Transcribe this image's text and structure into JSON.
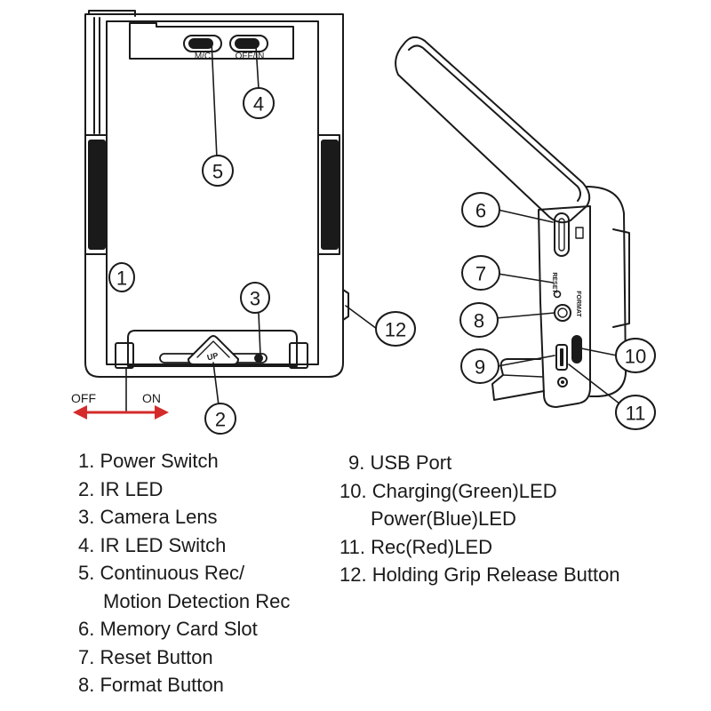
{
  "diagram": {
    "front_switch_labels": {
      "left": "M/C",
      "right": "OFF/IN"
    },
    "lens_button_label": "UP",
    "power_direction": {
      "off": "OFF",
      "on": "ON",
      "arrow_color": "#d42a2a"
    },
    "side_labels": {
      "reset": "RESET",
      "format": "FORMAT"
    },
    "callouts": [
      "1",
      "2",
      "3",
      "4",
      "5",
      "6",
      "7",
      "8",
      "9",
      "10",
      "11",
      "12"
    ]
  },
  "legend": {
    "left": [
      {
        "num": "1.",
        "text": "Power Switch"
      },
      {
        "num": "2.",
        "text": "IR LED"
      },
      {
        "num": "3.",
        "text": "Camera Lens"
      },
      {
        "num": "4.",
        "text": "IR LED Switch"
      },
      {
        "num": "5.",
        "text": "Continuous Rec/",
        "cont": "Motion Detection Rec"
      },
      {
        "num": "6.",
        "text": "Memory Card Slot"
      },
      {
        "num": "7.",
        "text": "Reset Button"
      },
      {
        "num": "8.",
        "text": "Format Button"
      }
    ],
    "right": [
      {
        "num": "9.",
        "text": "USB Port"
      },
      {
        "num": "10.",
        "text": "Charging(Green)LED",
        "cont": "Power(Blue)LED"
      },
      {
        "num": "11.",
        "text": "Rec(Red)LED"
      },
      {
        "num": "12.",
        "text": "Holding Grip Release Button"
      }
    ]
  }
}
